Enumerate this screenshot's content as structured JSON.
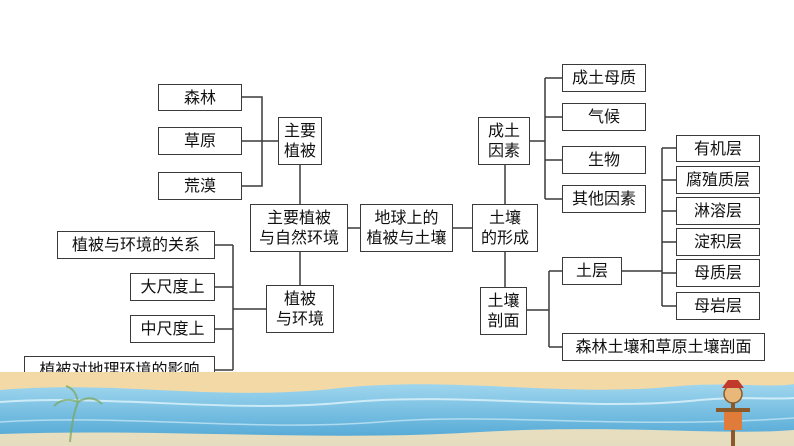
{
  "nodes": {
    "forest": "森林",
    "grassland": "草原",
    "desert": "荒漠",
    "main_veg": [
      "主要",
      "植被"
    ],
    "main_veg_env": [
      "主要植被",
      "与自然环境"
    ],
    "center": [
      "地球上的",
      "植被与土壤"
    ],
    "soil_formation": [
      "土壤",
      "的形成"
    ],
    "factors": [
      "成土",
      "因素"
    ],
    "parent_material": "成土母质",
    "climate": "气候",
    "organisms": "生物",
    "other_factors": "其他因素",
    "veg_env": [
      "植被",
      "与环境"
    ],
    "veg_env_relation": "植被与环境的关系",
    "large_scale": "大尺度上",
    "medium_scale": "中尺度上",
    "veg_geo_influence": "植被对地理环境的影响",
    "soil_profile": [
      "土壤",
      "剖面"
    ],
    "soil_layer": "土层",
    "organic_layer": "有机层",
    "humus_layer": "腐殖质层",
    "eluvial_layer": "淋溶层",
    "illuvial_layer": "淀积层",
    "parent_layer": "母质层",
    "bedrock_layer": "母岩层",
    "forest_grass_profile": "森林土壤和草原土壤剖面"
  },
  "colors": {
    "line": "#3a3a3a",
    "sand": "#f3d9a6",
    "sea": "#5fb0d8",
    "sea_light": "#9fd6ee"
  },
  "icons": [
    "beach-scene",
    "scarecrow-icon",
    "palm-tree-icon"
  ]
}
